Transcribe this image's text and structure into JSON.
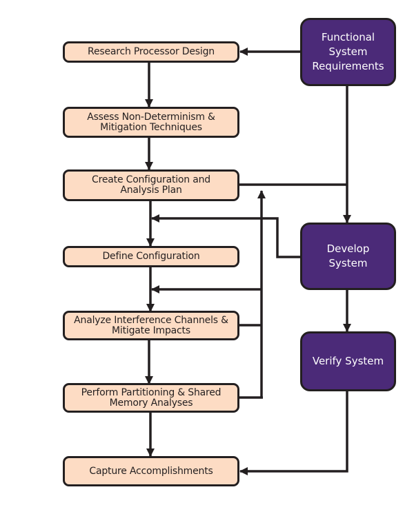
{
  "diagram": {
    "type": "flowchart",
    "colors": {
      "step_fill": "#fddcc4",
      "system_fill": "#4b2a78",
      "stroke": "#231f20",
      "system_text": "#ffffff"
    },
    "steps": [
      {
        "id": "research",
        "label": "Research Processor Design"
      },
      {
        "id": "assess",
        "label": "Assess Non-Determinism &\nMitigation Techniques"
      },
      {
        "id": "create",
        "label": "Create Configuration and\nAnalysis Plan"
      },
      {
        "id": "define",
        "label": "Define Configuration"
      },
      {
        "id": "analyze",
        "label": "Analyze Interference Channels &\nMitigate Impacts"
      },
      {
        "id": "perform",
        "label": "Perform Partitioning & Shared\nMemory Analyses"
      },
      {
        "id": "capture",
        "label": "Capture Accomplishments"
      }
    ],
    "system_boxes": [
      {
        "id": "requirements",
        "label": "Functional\nSystem\nRequirements"
      },
      {
        "id": "develop",
        "label": "Develop\nSystem"
      },
      {
        "id": "verify",
        "label": "Verify System"
      }
    ],
    "connections": [
      {
        "from": "requirements",
        "to": "research"
      },
      {
        "from": "research",
        "to": "assess"
      },
      {
        "from": "assess",
        "to": "create"
      },
      {
        "from": "create",
        "to": "define"
      },
      {
        "from": "create",
        "to": "develop"
      },
      {
        "from": "requirements",
        "to": "develop"
      },
      {
        "from": "develop",
        "to": "define"
      },
      {
        "from": "define",
        "to": "analyze"
      },
      {
        "from": "analyze",
        "to": "analyze",
        "note": "feedback loop into input of Analyze"
      },
      {
        "from": "analyze",
        "to": "create",
        "note": "feedback"
      },
      {
        "from": "analyze",
        "to": "perform"
      },
      {
        "from": "perform",
        "to": "create",
        "note": "feedback"
      },
      {
        "from": "perform",
        "to": "capture"
      },
      {
        "from": "develop",
        "to": "verify"
      },
      {
        "from": "verify",
        "to": "capture"
      }
    ]
  }
}
